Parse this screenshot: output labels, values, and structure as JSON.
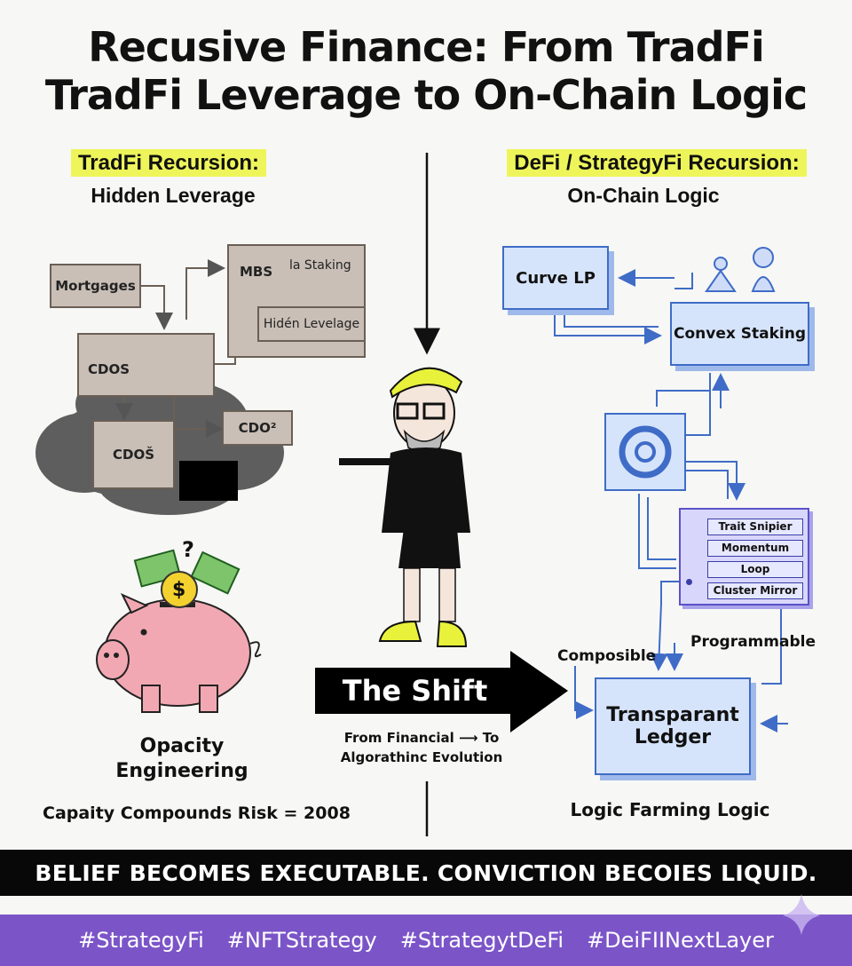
{
  "title": {
    "line1": "Recusive Finance:  From TradFi",
    "line2": "TradFi Leverage to On-Chain Logic"
  },
  "left": {
    "heading": "TradFi Recursion:",
    "subheading": "Hidden Leverage",
    "boxes": {
      "mortgages": "Mortgages",
      "mbs": "MBS",
      "la_staking": "la Staking",
      "hidden_leverage": "Hidén Levelage",
      "cdos_top": "CDOS",
      "cdos_cloud": "CDOŠ",
      "cdo2": "CDO²"
    },
    "piggy_caption_1": "Opacity",
    "piggy_caption_2": "Engineering",
    "question_mark": "?",
    "coin_symbol": "$",
    "bottom_note": "Capaity Compounds Risk = 2008"
  },
  "right": {
    "heading": "DeFi / StrategyFi Recursion:",
    "subheading": "On-Chain Logic",
    "curve_lp": "Curve LP",
    "convex_staking": "Convex Staking",
    "strategies": [
      "Trait Snipier",
      "Momentum",
      "Loop",
      "Cluster Mirror"
    ],
    "composible": "Composible",
    "programmable": "Programmable",
    "ledger_line1": "Transparant",
    "ledger_line2": "Ledger",
    "bottom_note": "Logic Farming Logic"
  },
  "center": {
    "shift": "The Shift",
    "caption_line1": "From Financial ⟶ To",
    "caption_line2": "Algorathinc Evolution"
  },
  "banner": "BELIEF BECOMES EXECUTABLE. CONVICTION BECOIES LIQUID.",
  "hashtags": [
    "#StrategyFi",
    "#NFTStrategy",
    "#StrategytDeFi",
    "#DeiFIINextLayer"
  ],
  "colors": {
    "highlight": "#eef55a",
    "tag_bar": "#7b55c8",
    "defi_blue": "#3f6cc7",
    "tradfi_brown": "#c9bfb6"
  }
}
